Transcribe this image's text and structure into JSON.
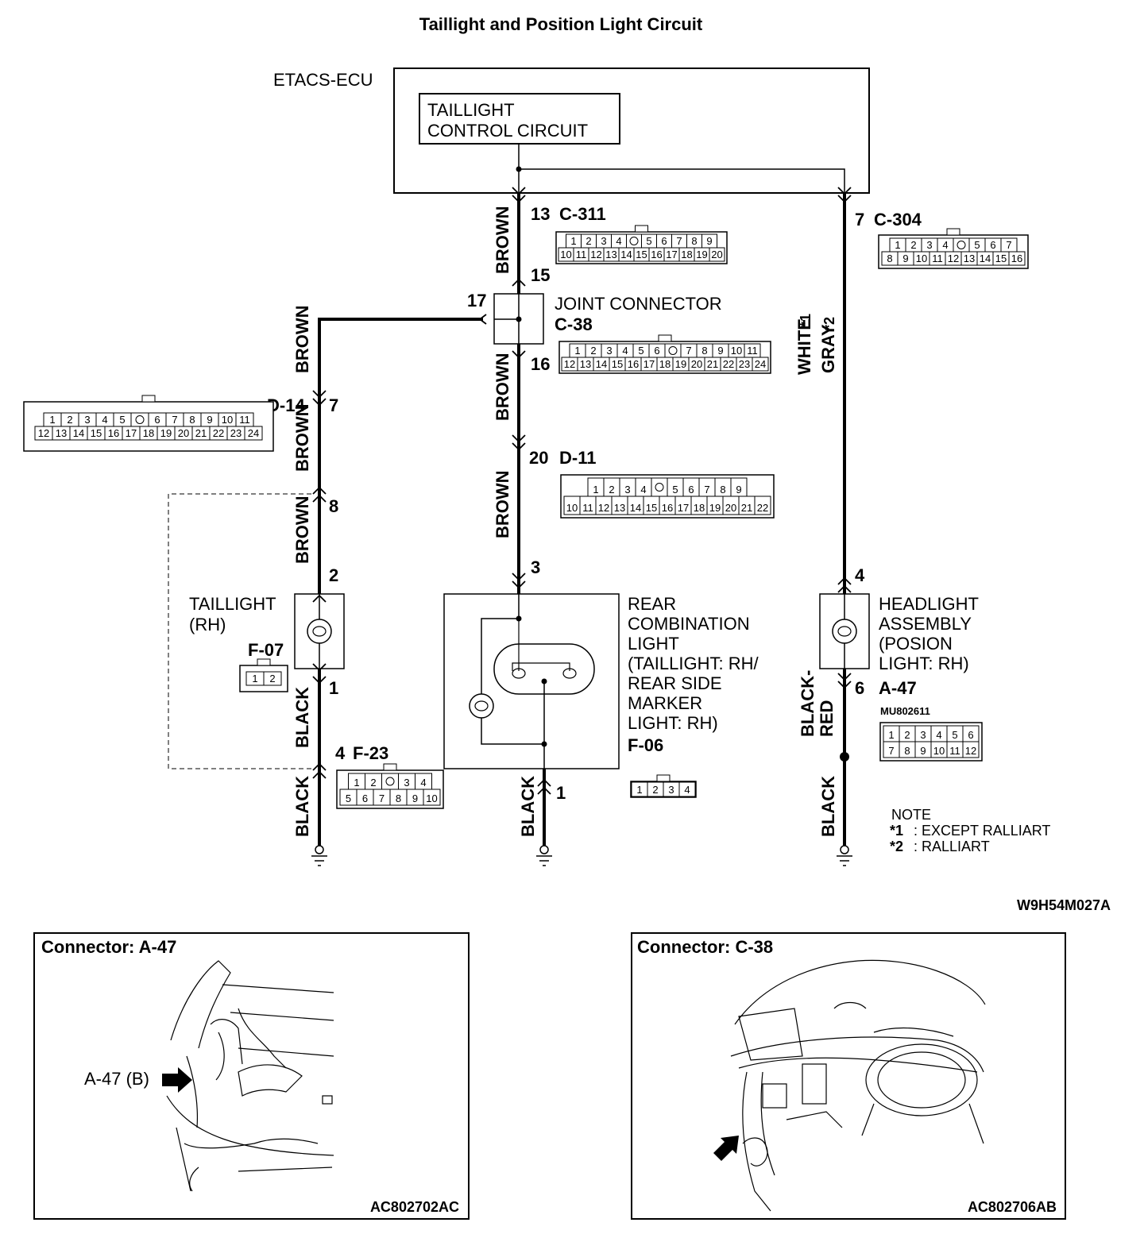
{
  "title": "Taillight and Position Light Circuit",
  "ecu": {
    "name": "ETACS-ECU",
    "circuit_line1": "TAILLIGHT",
    "circuit_line2": "CONTROL CIRCUIT"
  },
  "connectors": {
    "c311": {
      "label": "C-311",
      "pin_top": "13",
      "pin_bottom": "15",
      "row1": [
        "1",
        "2",
        "3",
        "4",
        "",
        "5",
        "6",
        "7",
        "8",
        "9"
      ],
      "row2": [
        "10",
        "11",
        "12",
        "13",
        "14",
        "15",
        "16",
        "17",
        "18",
        "19",
        "20"
      ]
    },
    "c304": {
      "label": "C-304",
      "pin": "7",
      "row1": [
        "1",
        "2",
        "3",
        "4",
        "",
        "5",
        "6",
        "7"
      ],
      "row2": [
        "8",
        "9",
        "10",
        "11",
        "12",
        "13",
        "14",
        "15",
        "16"
      ]
    },
    "c38": {
      "name": "JOINT CONNECTOR",
      "label": "C-38",
      "pin_left": "17",
      "pin_bottom": "16",
      "row1": [
        "1",
        "2",
        "3",
        "4",
        "5",
        "6",
        "",
        "7",
        "8",
        "9",
        "10",
        "11"
      ],
      "row2": [
        "12",
        "13",
        "14",
        "15",
        "16",
        "17",
        "18",
        "19",
        "20",
        "21",
        "22",
        "23",
        "24"
      ]
    },
    "d14": {
      "label": "D-14",
      "pin_top": "7",
      "pin_bottom": "8",
      "row1": [
        "1",
        "2",
        "3",
        "4",
        "5",
        "",
        "6",
        "7",
        "8",
        "9",
        "10",
        "11"
      ],
      "row2": [
        "12",
        "13",
        "14",
        "15",
        "16",
        "17",
        "18",
        "19",
        "20",
        "21",
        "22",
        "23",
        "24"
      ]
    },
    "d11": {
      "label": "D-11",
      "pin": "20",
      "row1": [
        "1",
        "2",
        "3",
        "4",
        "",
        "5",
        "6",
        "7",
        "8",
        "9"
      ],
      "row2": [
        "10",
        "11",
        "12",
        "13",
        "14",
        "15",
        "16",
        "17",
        "18",
        "19",
        "20",
        "21",
        "22"
      ]
    },
    "f07": {
      "label": "F-07",
      "cells": [
        "1",
        "2"
      ]
    },
    "f23": {
      "label": "F-23",
      "pin": "4",
      "row1": [
        "1",
        "2",
        "",
        "3",
        "4"
      ],
      "row2": [
        "5",
        "6",
        "7",
        "8",
        "9",
        "10"
      ]
    },
    "f06": {
      "label": "F-06",
      "cells": [
        "1",
        "2",
        "3",
        "4"
      ]
    },
    "a47": {
      "label": "A-47",
      "part_no": "MU802611",
      "row1": [
        "1",
        "2",
        "3",
        "4",
        "5",
        "6"
      ],
      "row2": [
        "7",
        "8",
        "9",
        "10",
        "11",
        "12"
      ]
    }
  },
  "pins": {
    "taillight_top": "2",
    "taillight_bottom": "1",
    "rear_top": "3",
    "rear_bottom": "1",
    "headlight_top": "4",
    "headlight_bottom": "6"
  },
  "wires": {
    "brown": "BROWN",
    "black": "BLACK",
    "white": "WHITE",
    "gray": "GRAY",
    "black_red_1": "BLACK-",
    "black_red_2": "RED",
    "star1": "*1",
    "star2": "*2"
  },
  "components": {
    "taillight_line1": "TAILLIGHT",
    "taillight_line2": "(RH)",
    "rear_lines": [
      "REAR",
      "COMBINATION",
      "LIGHT",
      "(TAILLIGHT: RH/",
      " REAR SIDE",
      " MARKER",
      " LIGHT: RH)"
    ],
    "headlight_lines": [
      "HEADLIGHT",
      "ASSEMBLY",
      "(POSION",
      " LIGHT: RH)"
    ]
  },
  "note": {
    "title": "NOTE",
    "line1_mark": "*1",
    "line1_text": ": EXCEPT RALLIART",
    "line2_mark": "*2",
    "line2_text": ": RALLIART"
  },
  "diagram_code": "W9H54M027A",
  "panels": {
    "left_title": "Connector: A-47",
    "left_callout": "A-47 (B)",
    "left_code": "AC802702AC",
    "right_title": "Connector: C-38",
    "right_code": "AC802706AB"
  }
}
